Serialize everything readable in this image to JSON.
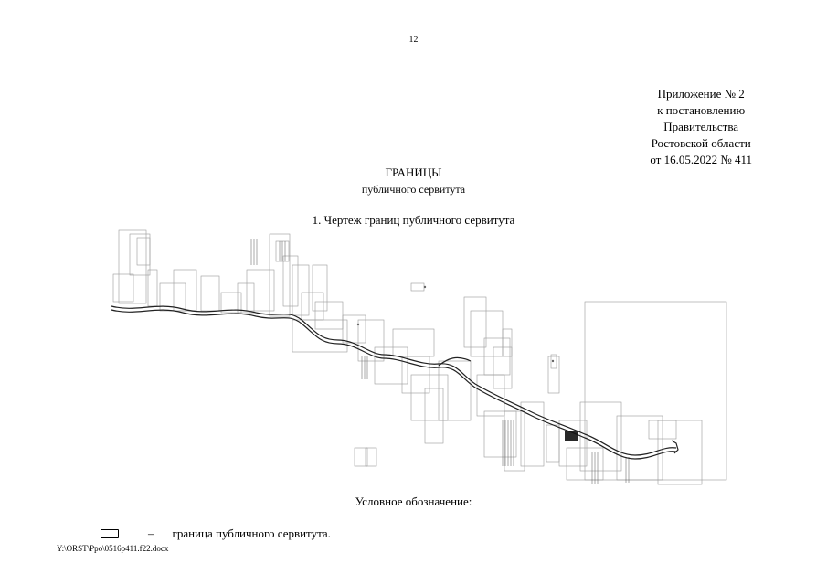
{
  "page_number": "12",
  "appendix": {
    "lines": [
      "Приложение № 2",
      "к постановлению",
      "Правительства",
      "Ростовской области",
      "от 16.05.2022 № 411"
    ]
  },
  "title": {
    "main": "ГРАНИЦЫ",
    "sub": "публичного сервитута"
  },
  "section_heading": "1. Чертеж границ публичного сервитута",
  "legend": {
    "heading": "Условное обозначение:",
    "dash": "–",
    "item_label": "граница публичного сервитута."
  },
  "footer_path": "Y:\\ORST\\Ppo\\0516p411.f22.docx"
}
